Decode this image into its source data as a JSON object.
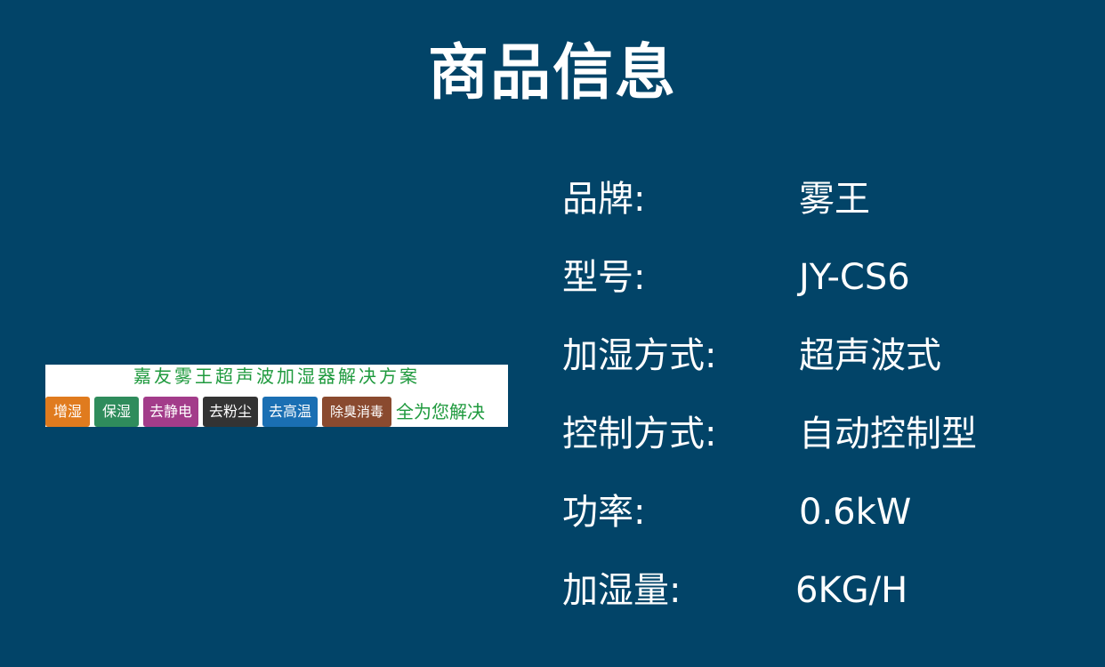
{
  "page": {
    "title": "商品信息",
    "background_color": "#024468"
  },
  "banner": {
    "title": "嘉友雾王超声波加湿器解决方案",
    "tags": [
      {
        "label": "增湿",
        "color": "#e07b1e"
      },
      {
        "label": "保湿",
        "color": "#2f8c5c"
      },
      {
        "label": "去静电",
        "color": "#a33c8a"
      },
      {
        "label": "去粉尘",
        "color": "#333333"
      },
      {
        "label": "去高温",
        "color": "#1a6fb3"
      },
      {
        "label": "除臭消毒",
        "color": "#8a4a2f"
      }
    ],
    "tail_text": "全为您解决"
  },
  "specs": [
    {
      "label": "品牌:",
      "value": "雾王"
    },
    {
      "label": "型号:",
      "value": "JY-CS6"
    },
    {
      "label": "加湿方式:",
      "value": "超声波式"
    },
    {
      "label": "控制方式:",
      "value": "自动控制型"
    },
    {
      "label": "功率:",
      "value": "0.6kW"
    },
    {
      "label": "加湿量:",
      "value": "6KG/H"
    }
  ]
}
